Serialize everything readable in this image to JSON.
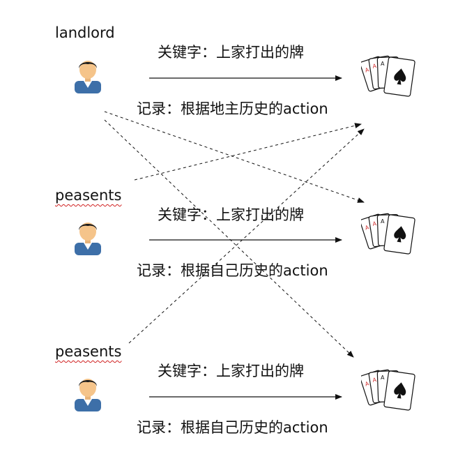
{
  "players": [
    {
      "role": "landlord",
      "spellcheck_underline": false,
      "key_label": "关键字：上家打出的牌",
      "record_label": "记录：根据地主历史的action"
    },
    {
      "role": "peasents",
      "spellcheck_underline": true,
      "key_label": "关键字：上家打出的牌",
      "record_label": "记录：根据自己历史的action"
    },
    {
      "role": "peasents",
      "spellcheck_underline": true,
      "key_label": "关键字：上家打出的牌",
      "record_label": "记录：根据自己历史的action"
    }
  ],
  "icons": {
    "person": "person-icon",
    "cards": "playing-cards-icon"
  },
  "colors": {
    "line": "#111111",
    "skin": "#f5c48a",
    "hair": "#1a1a1a",
    "shirt": "#3d6fa8",
    "spellcheck": "#d02020",
    "card_red": "#d23030"
  }
}
